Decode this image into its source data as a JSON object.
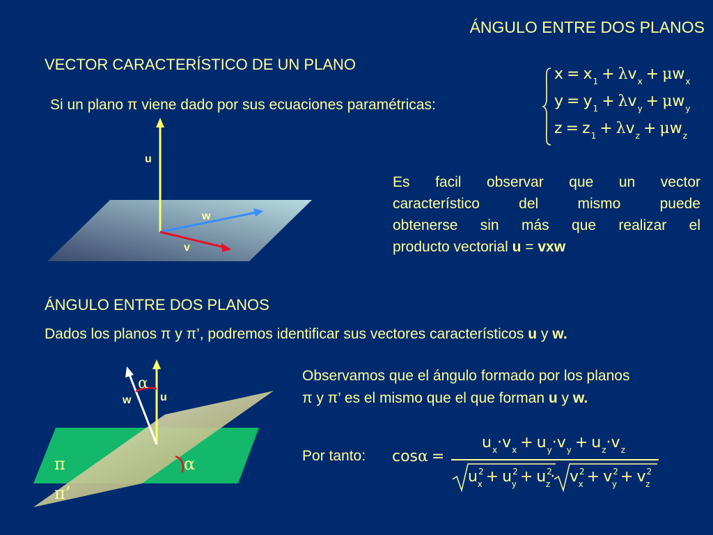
{
  "page_title": "ÁNGULO ENTRE DOS PLANOS",
  "section1": {
    "heading": "VECTOR CARACTERÍSTICO DE UN PLANO",
    "intro_text": "Si un plano π viene dado por sus ecuaciones paramétricas:",
    "equations": [
      {
        "lhs": "x",
        "base": "x",
        "idx": "1",
        "comp": "x"
      },
      {
        "lhs": "y",
        "base": "y",
        "idx": "1",
        "comp": "y"
      },
      {
        "lhs": "z",
        "base": "z",
        "idx": "1",
        "comp": "z"
      }
    ],
    "eq_symbols": {
      "equals": "=",
      "plus": "+",
      "lambda": "λ",
      "mu": "μ",
      "v": "v",
      "w": "w"
    },
    "diagram_labels": {
      "u": "u",
      "w": "w",
      "v": "v"
    },
    "paragraph_lines": [
      "Es facil observar que un vector",
      "característico del mismo puede",
      "obtenerse sin más que realizar el"
    ],
    "paragraph_last_prefix": "producto vectorial ",
    "paragraph_last_u": "u",
    "paragraph_last_eq": " = ",
    "paragraph_last_vxw": "vxw"
  },
  "section2": {
    "heading": "ÁNGULO ENTRE DOS PLANOS",
    "intro_prefix": "Dados los planos π y π’, podremos identificar sus vectores característicos ",
    "intro_u": "u",
    "intro_mid": " y ",
    "intro_w": "w.",
    "obs_line1": "Observamos que el ángulo formado por los planos",
    "obs_line2_prefix": "π y π’ es el mismo que el que forman ",
    "obs_u": "u",
    "obs_mid": " y ",
    "obs_w": "w.",
    "por_tanto": "Por tanto:",
    "cos_label": "cos",
    "alpha": "α",
    "diagram_labels": {
      "alpha_top": "α",
      "alpha_bottom": "α",
      "w": "w",
      "u": "u",
      "pi": "π",
      "pi_prime": "π’"
    }
  },
  "formula": {
    "dot": "·",
    "plus": "+",
    "sq": "2",
    "u": "u",
    "v": "v",
    "x": "x",
    "y": "y",
    "z": "z"
  },
  "colors": {
    "background": "#002a6e",
    "text": "#ffff99",
    "vector_u": "#ffff66",
    "vector_w": "#3b8cff",
    "vector_v": "#e8102a",
    "plane_pi": "#13b86a",
    "plane_pi_prime": "#d8d8a0"
  }
}
